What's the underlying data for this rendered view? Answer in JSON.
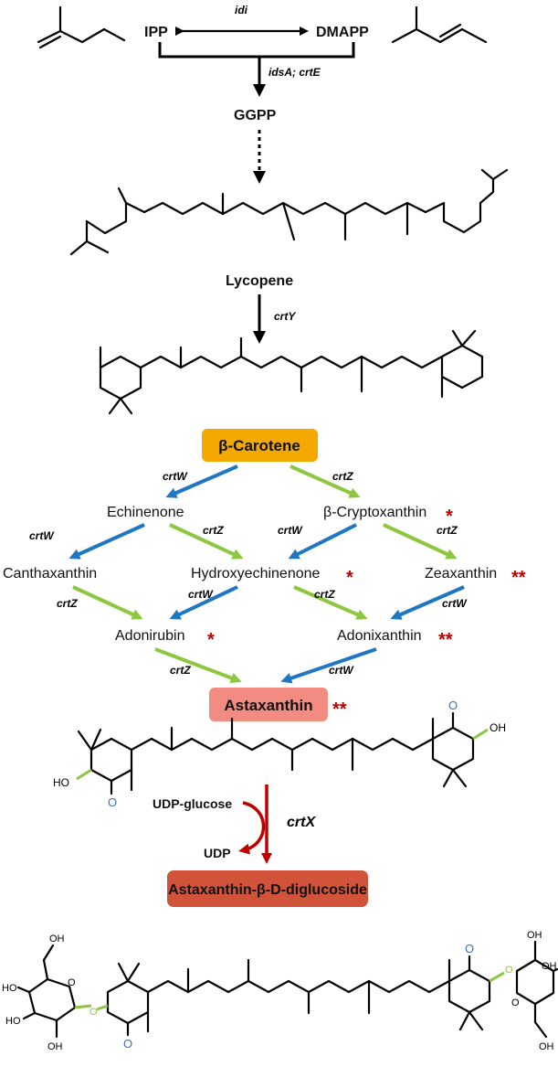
{
  "colors": {
    "blue_arrow": "#1f77c4",
    "green_arrow": "#8dc63f",
    "red_star": "#c00000",
    "carotene_box": "#f5a800",
    "astaxanthin_box": "#f28b82",
    "glucoside_box": "#d0533a",
    "crtX_arrow": "#c00000",
    "keto_oxygen": "#3a6fc4",
    "hydroxyl": "#8dc63f"
  },
  "top": {
    "ipp": "IPP",
    "dmapp": "DMAPP",
    "idi": "idi",
    "idsa_crte": "idsA; crtE",
    "ggpp": "GGPP"
  },
  "lycopene": {
    "label": "Lycopene"
  },
  "crty": "crtY",
  "carotene": {
    "label": "β-Carotene"
  },
  "branch": {
    "echinenone": "Echinenone",
    "cryptoxanthin": "β-Cryptoxanthin",
    "canthaxanthin": "Canthaxanthin",
    "hydroxyechinenone": "Hydroxyechinenone",
    "zeaxanthin": "Zeaxanthin",
    "adonirubin": "Adonirubin",
    "adonixanthin": "Adonixanthin",
    "astaxanthin": "Astaxanthin"
  },
  "stars": {
    "one": "*",
    "two": "**"
  },
  "enzymes": {
    "crtw": "crtW",
    "crtz": "crtZ",
    "crtx": "crtX"
  },
  "glucosylation": {
    "udp_glucose": "UDP-glucose",
    "udp": "UDP",
    "product": "Astaxanthin-β-D-diglucoside"
  },
  "atoms": {
    "o": "O",
    "ho": "HO",
    "oh": "OH"
  }
}
